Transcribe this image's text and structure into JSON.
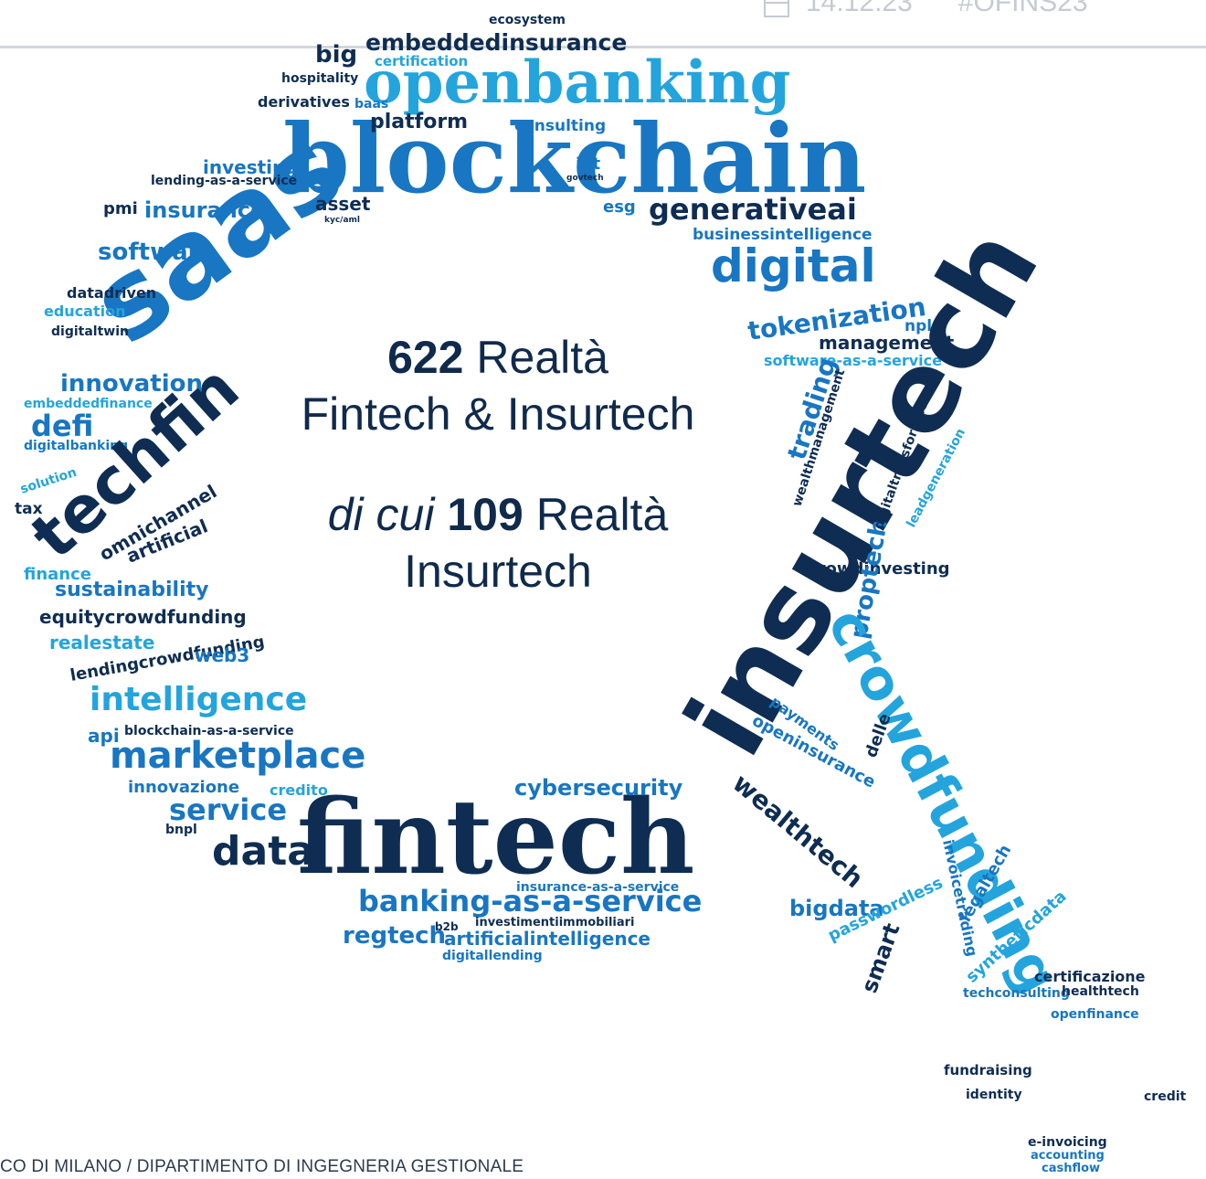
{
  "header": {
    "date": "14.12.23",
    "hashtag": "#OFINS23",
    "date_icon": "calendar-icon"
  },
  "center": {
    "line1_number": "622",
    "line1_word": "Realtà",
    "line2": "Fintech & Insurtech",
    "line3_prefix": "di cui",
    "line3_number": "109",
    "line3_word": "Realtà",
    "line4": "Insurtech"
  },
  "footer": {
    "text": "CO DI MILANO / DIPARTIMENTO DI INGEGNERIA GESTIONALE"
  },
  "colors": {
    "navy": "#0f2d53",
    "blue": "#1876c2",
    "cyan": "#24a4dd",
    "light": "#7cc5ea"
  },
  "cloud": {
    "words": [
      "blockchain",
      "openbanking",
      "embeddedinsurance",
      "ecosystem",
      "certification",
      "big",
      "hospitality",
      "derivatives",
      "platform",
      "consulting",
      "baas",
      "iot",
      "govtech",
      "esg",
      "generativeai",
      "businessintelligence",
      "digital",
      "tokenization",
      "npl",
      "management",
      "software-as-a-service",
      "saas",
      "asset",
      "kyc/aml",
      "investing",
      "lending-as-a-service",
      "pmi",
      "insurance",
      "software",
      "datadriven",
      "education",
      "digitaltwin",
      "innovation",
      "embeddedfinance",
      "defi",
      "digitalbanking",
      "solution",
      "tax",
      "techfin",
      "omnichannel",
      "artificial",
      "finance",
      "sustainability",
      "equitycrowdfunding",
      "realestate",
      "lendingcrowdfunding",
      "web3",
      "intelligence",
      "api",
      "blockchain-as-a-service",
      "marketplace",
      "innovazione",
      "credito",
      "service",
      "bnpl",
      "data",
      "fintech",
      "cybersecurity",
      "banking-as-a-service",
      "regtech",
      "b2b",
      "artificialintelligence",
      "digitallending",
      "insurance-as-a-service",
      "investimentiimmobiliari",
      "insurtech",
      "trading",
      "wealthmanagement",
      "crowdinvesting",
      "proptech",
      "crowdfunding",
      "openinsurance",
      "payments",
      "delle",
      "wealthtech",
      "bigdata",
      "passwordless",
      "smart",
      "legaltech",
      "invoicetrading",
      "syntheticdata",
      "certificazione",
      "techconsulting",
      "healthtech",
      "openfinance",
      "fundraising",
      "identity",
      "credit",
      "e-invoicing",
      "accounting",
      "cashflow",
      "digitaltransformation",
      "leadgeneration"
    ]
  }
}
